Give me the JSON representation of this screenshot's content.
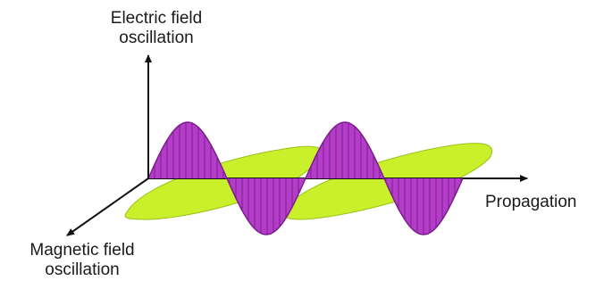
{
  "labels": {
    "electric_field": [
      "Electric field",
      "oscillation"
    ],
    "magnetic_field": [
      "Magnetic field",
      "oscillation"
    ],
    "propagation": "Propagation"
  },
  "colors": {
    "electric_wave_fill": "#b43cc8",
    "electric_wave_stroke": "#7a1f8c",
    "magnetic_wave_fill": "#c9f02a",
    "magnetic_wave_stroke": "#9cc01a",
    "axis": "#111111"
  }
}
